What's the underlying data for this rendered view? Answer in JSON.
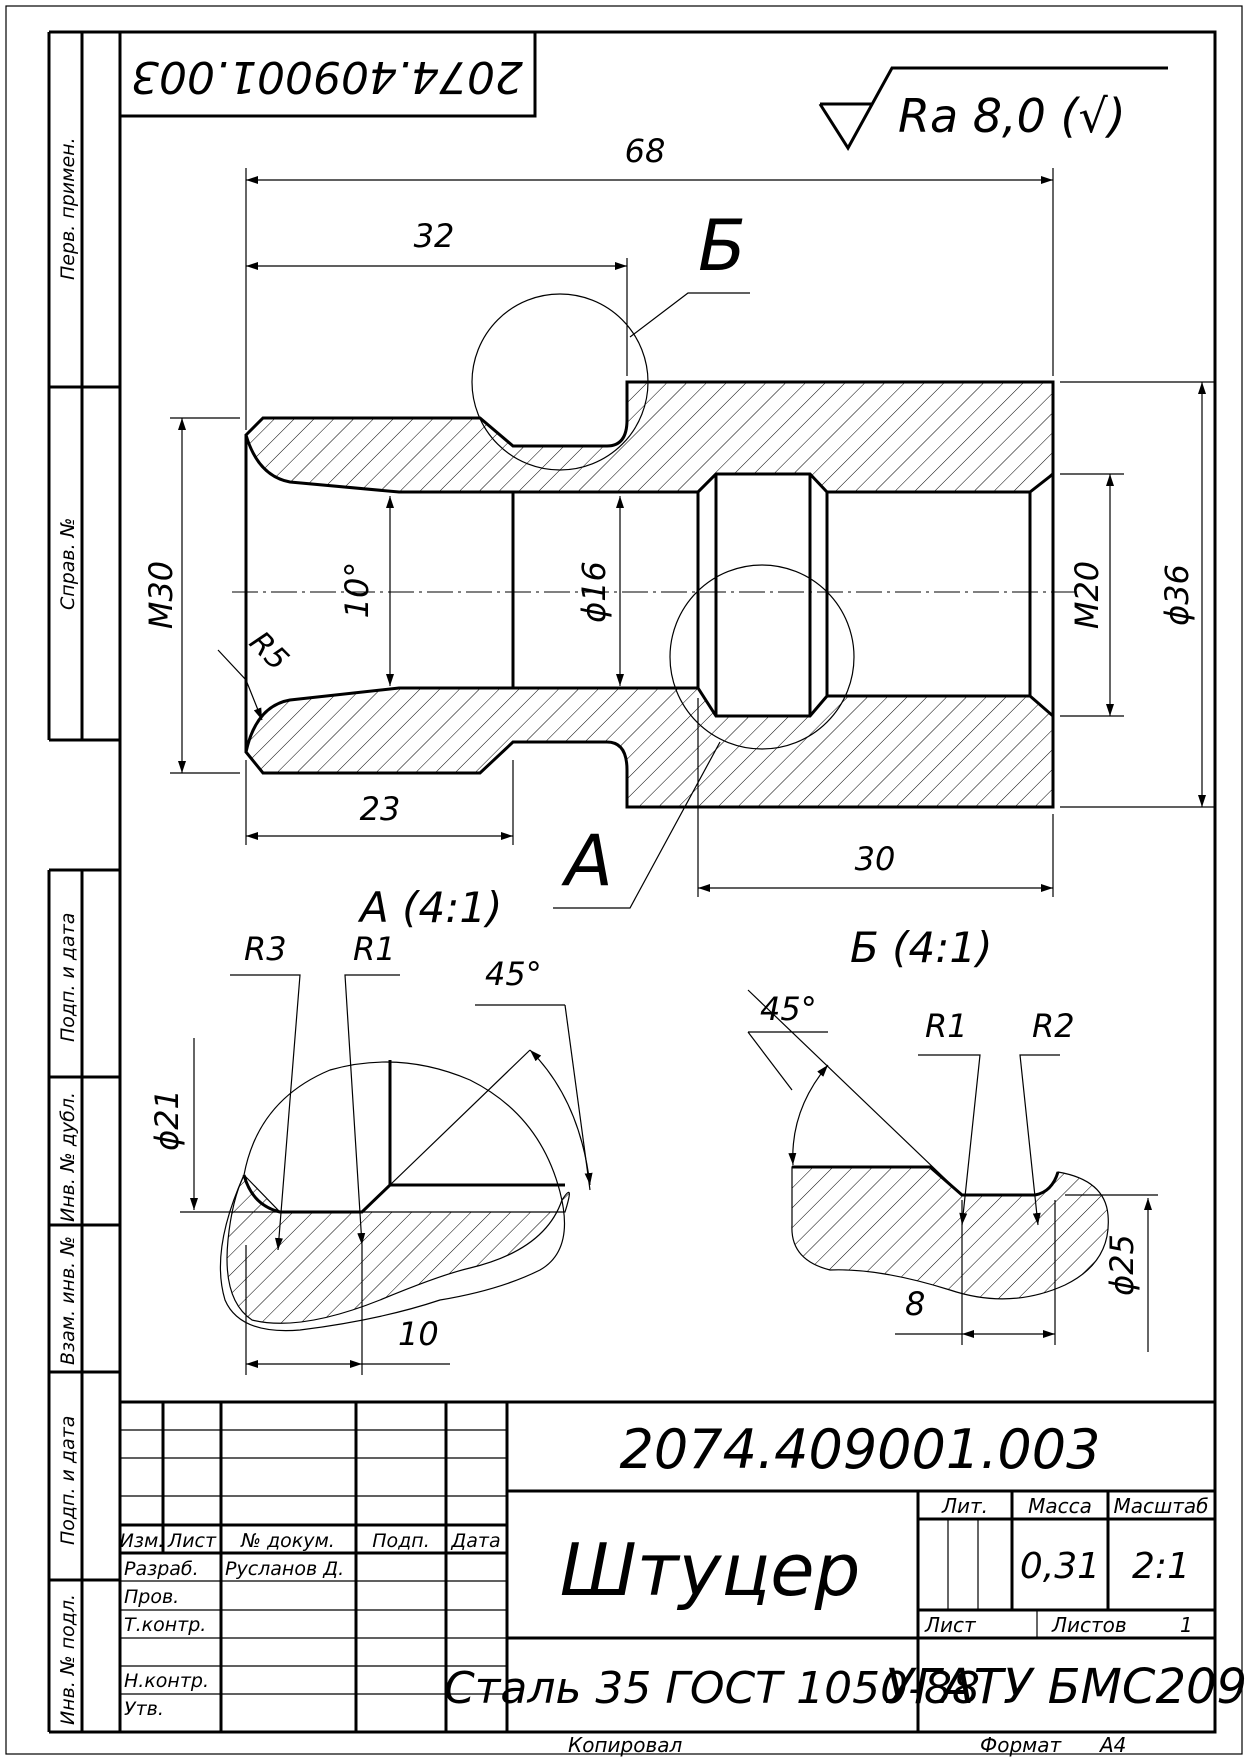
{
  "stamp_rotated": "2074.409001.003",
  "roughness": "Ra 8,0 (√)",
  "dims": {
    "len68": "68",
    "len32": "32",
    "len23": "23",
    "len30": "30",
    "m30": "M30",
    "m20": "M20",
    "d16": "ϕ16",
    "d36": "ϕ36",
    "ang10": "10°",
    "r5": "R5"
  },
  "section_labels": {
    "b": "Б",
    "a": "A"
  },
  "detail_a": {
    "title": "A (4:1)",
    "r3": "R3",
    "r1": "R1",
    "ang": "45°",
    "d21": "ϕ21",
    "len10": "10"
  },
  "detail_b": {
    "title": "Б (4:1)",
    "ang": "45°",
    "r1": "R1",
    "r2": "R2",
    "len8": "8",
    "d25": "ϕ25"
  },
  "side_fields": [
    "Перв. примен.",
    "Справ. №",
    "Подп. и дата",
    "Инв. № дубл.",
    "Взам. инв. №",
    "Подп. и дата",
    "Инв. № подл."
  ],
  "title_block": {
    "designation": "2074.409001.003",
    "part_name": "Штуцер",
    "material": "Сталь 35  ГОСТ 1050-88",
    "organization": "УГАТУ БМС209",
    "header_izm": "Изм.",
    "header_list": "Лист",
    "header_doc": "№ докум.",
    "header_podp": "Подп.",
    "header_date": "Дата",
    "row_razrab": "Разраб.",
    "razrab_name": "Русланов Д.",
    "row_prov": "Пров.",
    "row_tkontr": "Т.контр.",
    "row_nkontr": "Н.контр.",
    "row_utv": "Утв.",
    "lit_label": "Лит.",
    "mass_label": "Масса",
    "scale_label": "Масштаб",
    "mass_value": "0,31",
    "scale_value": "2:1",
    "sheet_label": "Лист",
    "sheets_label": "Листов",
    "sheets_value": "1"
  },
  "footer": {
    "copied": "Копировал",
    "format_label": "Формат",
    "format_value": "A4"
  }
}
